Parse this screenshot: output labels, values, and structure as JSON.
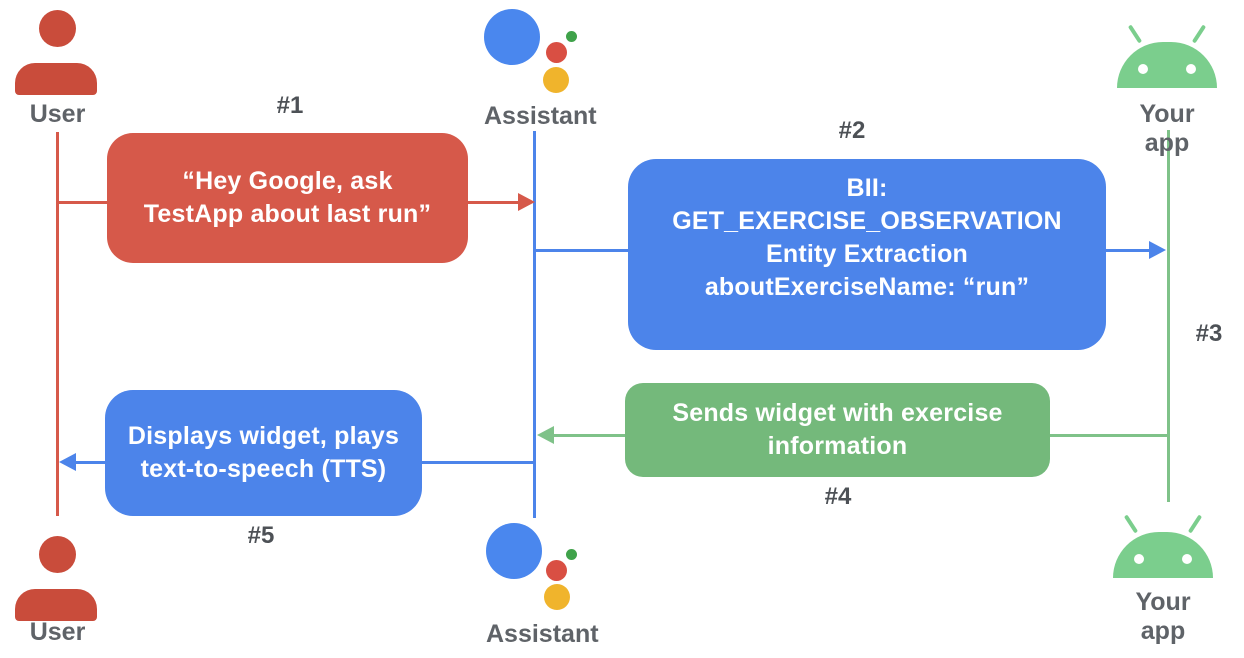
{
  "diagram": {
    "actors": {
      "user_top": {
        "label": "User"
      },
      "assistant_top": {
        "label": "Assistant"
      },
      "app_top": {
        "label": "Your app"
      },
      "user_bottom": {
        "label": "User"
      },
      "assistant_bottom": {
        "label": "Assistant"
      },
      "app_bottom": {
        "label": "Your app"
      }
    },
    "messages": {
      "m1": {
        "step": "#1",
        "text": "“Hey Google, ask\nTestApp about last run”"
      },
      "m2": {
        "step": "#2",
        "text": "BII:\nGET_EXERCISE_OBSERVATION\nEntity Extraction\naboutExerciseName: “run”"
      },
      "m3": {
        "step": "#3"
      },
      "m4": {
        "step": "#4",
        "text": "Sends widget with exercise\ninformation"
      },
      "m5": {
        "step": "#5",
        "text": "Displays widget, plays\ntext-to-speech (TTS)"
      }
    },
    "colors": {
      "red_box": "#D6594A",
      "blue_box": "#4C84EA",
      "green_box": "#74B97B",
      "red_icon": "#C94C3B",
      "blue_icon": "#4A87EE",
      "android_green": "#7BCE8D",
      "green_line": "#7FC289",
      "label_gray": "#5F6368",
      "step_gray": "#4D5156",
      "assistant_red": "#D94F43",
      "assistant_yellow": "#F0B42C",
      "assistant_green_dot": "#3FA24A"
    }
  }
}
